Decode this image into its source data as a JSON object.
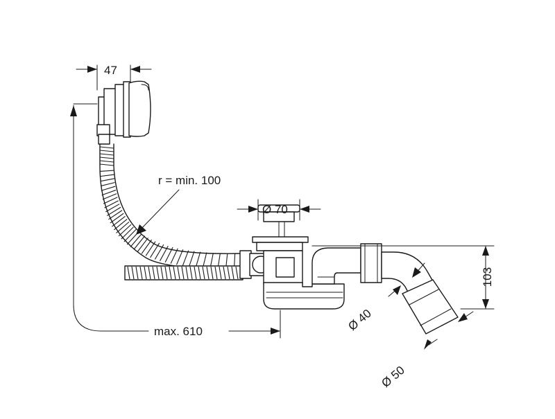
{
  "dimensions": {
    "overflow_width": "47",
    "hose_radius": "r = min. 100",
    "outlet_diameter": "Ø 70",
    "max_length": "max. 610",
    "height": "103",
    "pipe_diameter_small": "Ø 40",
    "pipe_diameter_large": "Ø 50"
  }
}
